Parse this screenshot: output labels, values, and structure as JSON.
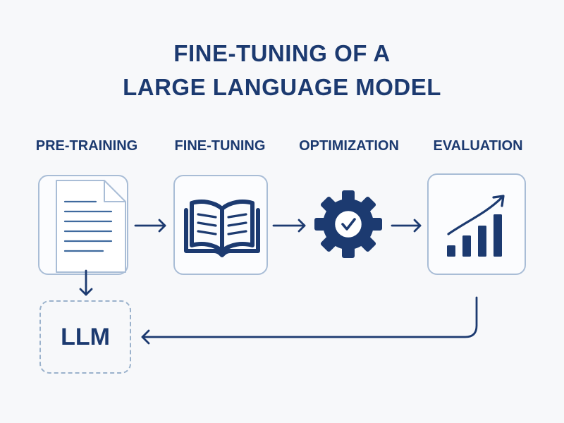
{
  "title": {
    "line1": "FINE-TUNING OF A",
    "line2": "LARGE LANGUAGE MODEL"
  },
  "steps": [
    {
      "label": "PRE-TRAINING",
      "icon": "document-icon"
    },
    {
      "label": "FINE-TUNING",
      "icon": "open-book-icon"
    },
    {
      "label": "OPTIMIZATION",
      "icon": "gear-check-icon"
    },
    {
      "label": "EVALUATION",
      "icon": "growth-chart-icon"
    }
  ],
  "output": {
    "label": "LLM"
  },
  "colors": {
    "navy": "#1c3a70",
    "box_border": "#a9bdd6",
    "background": "#f7f8fa"
  }
}
